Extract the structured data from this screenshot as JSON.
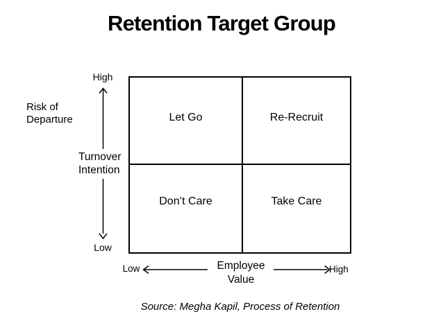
{
  "slide": {
    "title": "Retention Target Group",
    "source": "Source: Megha Kapil, Process of Retention"
  },
  "matrix": {
    "quadrants": {
      "top_left": "Let Go",
      "top_right": "Re-Recruit",
      "bottom_left": "Don’t Care",
      "bottom_right": "Take Care"
    }
  },
  "y_axis": {
    "risk_label": "Risk of\nDeparture",
    "axis_label": "Turnover\nIntention",
    "high": "High",
    "low": "Low"
  },
  "x_axis": {
    "axis_label": "Employee\nValue",
    "low": "Low",
    "high": "High"
  },
  "colors": {
    "ink": "#000000",
    "background": "#ffffff"
  }
}
